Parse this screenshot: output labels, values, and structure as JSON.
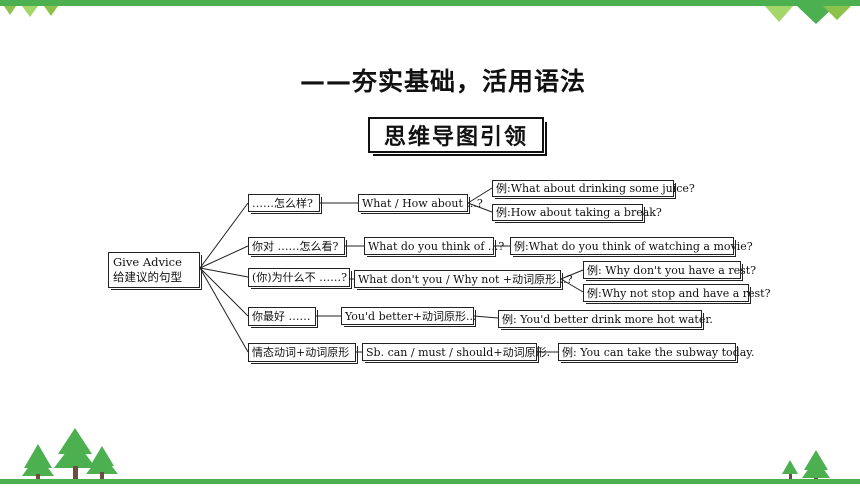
{
  "subtitle": "——夯实基础，活用语法",
  "title": "思维导图引领",
  "root": {
    "line1": "Give Advice",
    "line2": "给建议的句型"
  },
  "branches": [
    {
      "cue": "……怎么样?",
      "pattern": "What / How about ...?",
      "examples": [
        "例:What about drinking some juice?",
        "例:How about taking a break?"
      ]
    },
    {
      "cue": "你对 ……怎么看?",
      "pattern": "What do you think of ...?",
      "examples": [
        "例:What do you think of watching a movie?"
      ]
    },
    {
      "cue": "(你)为什么不 ……?",
      "pattern": "What don't you / Why not +动词原形...?",
      "examples": [
        "例: Why don't you have a rest?",
        "例:Why not stop and have a rest?"
      ]
    },
    {
      "cue": "你最好 ……",
      "pattern": "You'd better+动词原形...",
      "examples": [
        "例: You'd better drink more hot water."
      ]
    },
    {
      "cue": "情态动词+动词原形",
      "pattern": "Sb. can / must / should+动词原形.",
      "examples": [
        "例: You can take the subway today."
      ]
    }
  ]
}
